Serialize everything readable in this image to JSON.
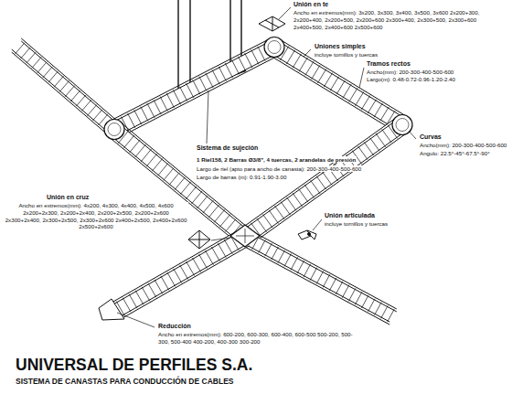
{
  "diagram": {
    "title": "UNIVERSAL DE PERFILES S.A.",
    "caption": "SISTEMA DE CANASTAS PARA CONDUCCIÓN DE CABLES",
    "labels": [
      "Unión en te",
      "Ancho en extremos(mm): 3x200, 3x300, 3x400, 3x500, 3x600 2x200+300, 2x200+400, 2x200+500, 2x200+600 2x300+400, 2x300+500, 2x300+600 2x400+500, 2x400+600 2x500+600",
      "Uniones simples",
      "incluye tornillos y tuercas",
      "Tramos rectos",
      "Ancho(mm): 200-300-400-500-600",
      "Largo(m): 0.48-0.72-0.96-1.20-2.40",
      "Curvas",
      "Ancho(mm): 200-300-400-500-600",
      "Angulo: 22.5°-45°-67.5°-90°",
      "Sistema de sujeción",
      "1 Riel158, 2 Barras Ø3/8\", 4 tuercas, 2 arandelas de presión",
      "Largo de riel (apto para ancho de canasta): 200-300-400-500-600",
      "Largo de barras (m): 0.91-1.90-3.00",
      "Unión en cruz",
      "Ancho en extremos(mm): 4x200, 4x300, 4x400, 4x500, 4x600 2x200+2x300, 2x200+2x400, 2x200+2x500, 2x200+2x600 2x300+2x400, 2x300+2x500, 2x300+2x600 2x400+2x500, 2x400+2x600 2x500+2x600",
      "Unión articulada",
      "incluye tornillos y tuercas",
      "Reducción",
      "Ancho en extremos(mm): 600-200, 600-300, 600-400, 600-500 500-200, 500-300, 500-400 400-200, 400-300 300-200"
    ]
  }
}
